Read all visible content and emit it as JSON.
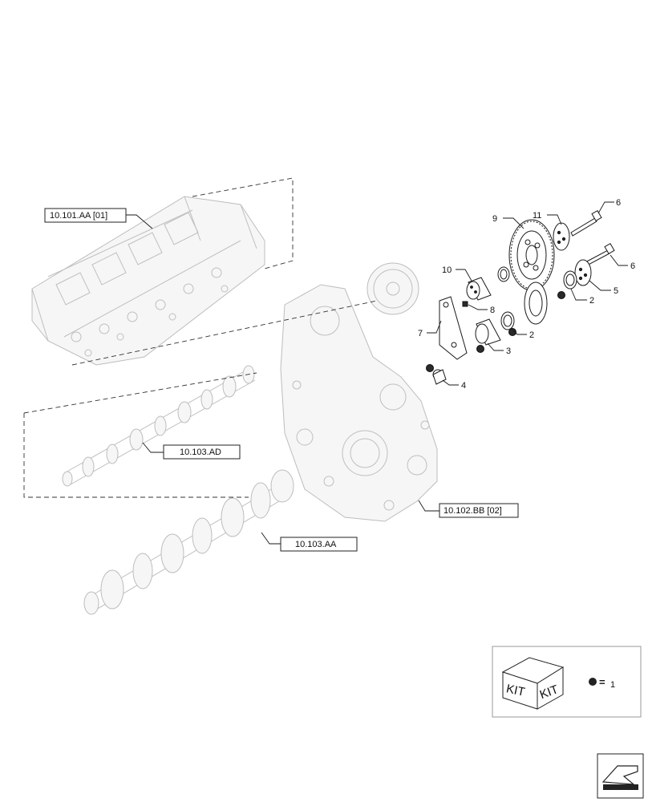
{
  "references": {
    "cylinder_head": "10.101.AA [01]",
    "camshaft": "10.103.AD",
    "timing_housing": "10.102.BB [02]",
    "crankshaft": "10.103.AA"
  },
  "callouts": {
    "c1": "9",
    "c2": "11",
    "c3": "6",
    "c4": "6",
    "c5": "10",
    "c6": "5",
    "c7": "2",
    "c8": "8",
    "c9": "7",
    "c10": "2",
    "c11": "3",
    "c12": "4"
  },
  "kit_legend": {
    "kit_word_left": "KIT",
    "kit_word_right": "KIT",
    "equals": "=",
    "item_number": "1"
  }
}
